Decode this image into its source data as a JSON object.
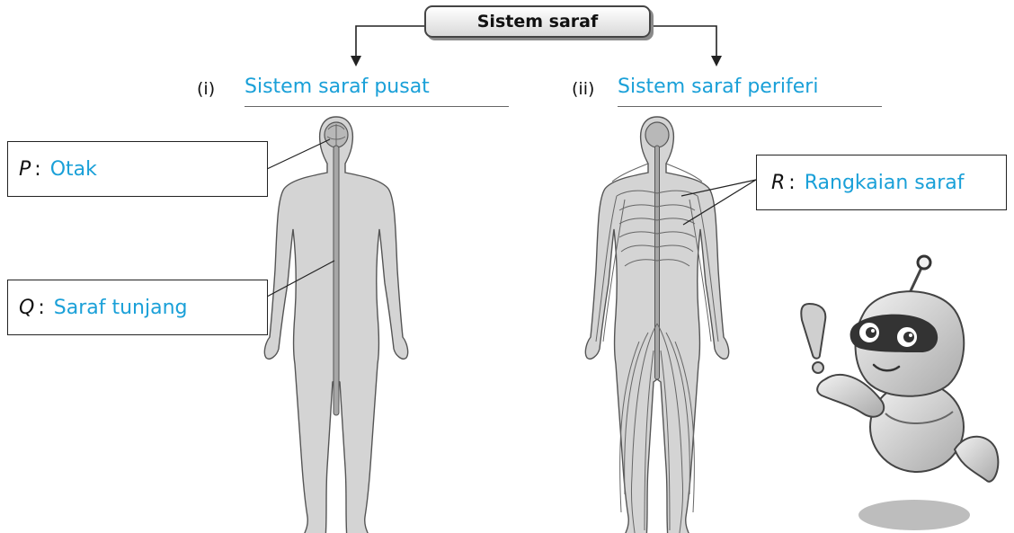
{
  "title": "Sistem saraf",
  "branches": [
    {
      "number": "(i)",
      "heading": "Sistem saraf pusat"
    },
    {
      "number": "(ii)",
      "heading": "Sistem saraf periferi"
    }
  ],
  "labels": {
    "p": {
      "letter": "P",
      "answer": "Otak"
    },
    "q": {
      "letter": "Q",
      "answer": "Saraf tunjang"
    },
    "r": {
      "letter": "R",
      "answer": "Rangkaian saraf"
    }
  },
  "colors": {
    "answer_text": "#1aa0d8",
    "body_fill": "#d4d4d4",
    "outline": "#555555"
  }
}
